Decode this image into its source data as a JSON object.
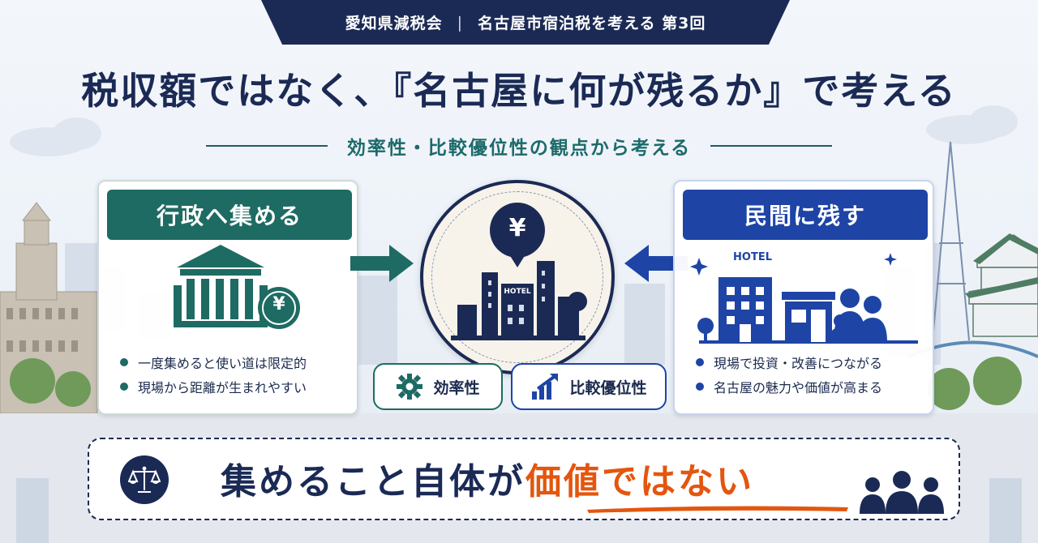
{
  "banner": {
    "left": "愛知県減税会",
    "separator": "|",
    "right": "名古屋市宿泊税を考える 第3回"
  },
  "headline": "税収額ではなく、『名古屋に何が残るか』で考える",
  "subheadline": "効率性・比較優位性の観点から考える",
  "left_card": {
    "title": "行政へ集める",
    "bullets": [
      "一度集めると使い道は限定的",
      "現場から距離が生まれやすい"
    ]
  },
  "right_card": {
    "title": "民間に残す",
    "sign": "HOTEL",
    "bullets": [
      "現場で投資・改善につながる",
      "名古屋の魅力や価値が高まる"
    ]
  },
  "center": {
    "yen": "¥",
    "hotel_sign": "HOTEL"
  },
  "coin": {
    "symbol": "¥"
  },
  "pills": {
    "efficiency": "効率性",
    "comparative": "比較優位性"
  },
  "bottom": {
    "text_main": "集めること自体が",
    "text_highlight": "価値ではない"
  },
  "colors": {
    "navy": "#1b2a55",
    "green": "#1e6b63",
    "blue": "#1e44a6",
    "accent": "#e3560f"
  },
  "icons": {
    "left_illustration": "government-building-icon",
    "center_illustration": "hotel-city-icon",
    "right_illustration": "hotel-shop-people-icon",
    "efficiency": "gear-icon",
    "comparative": "chart-growth-icon",
    "bottom_left": "balance-scale-icon",
    "bottom_right": "people-group-icon"
  }
}
